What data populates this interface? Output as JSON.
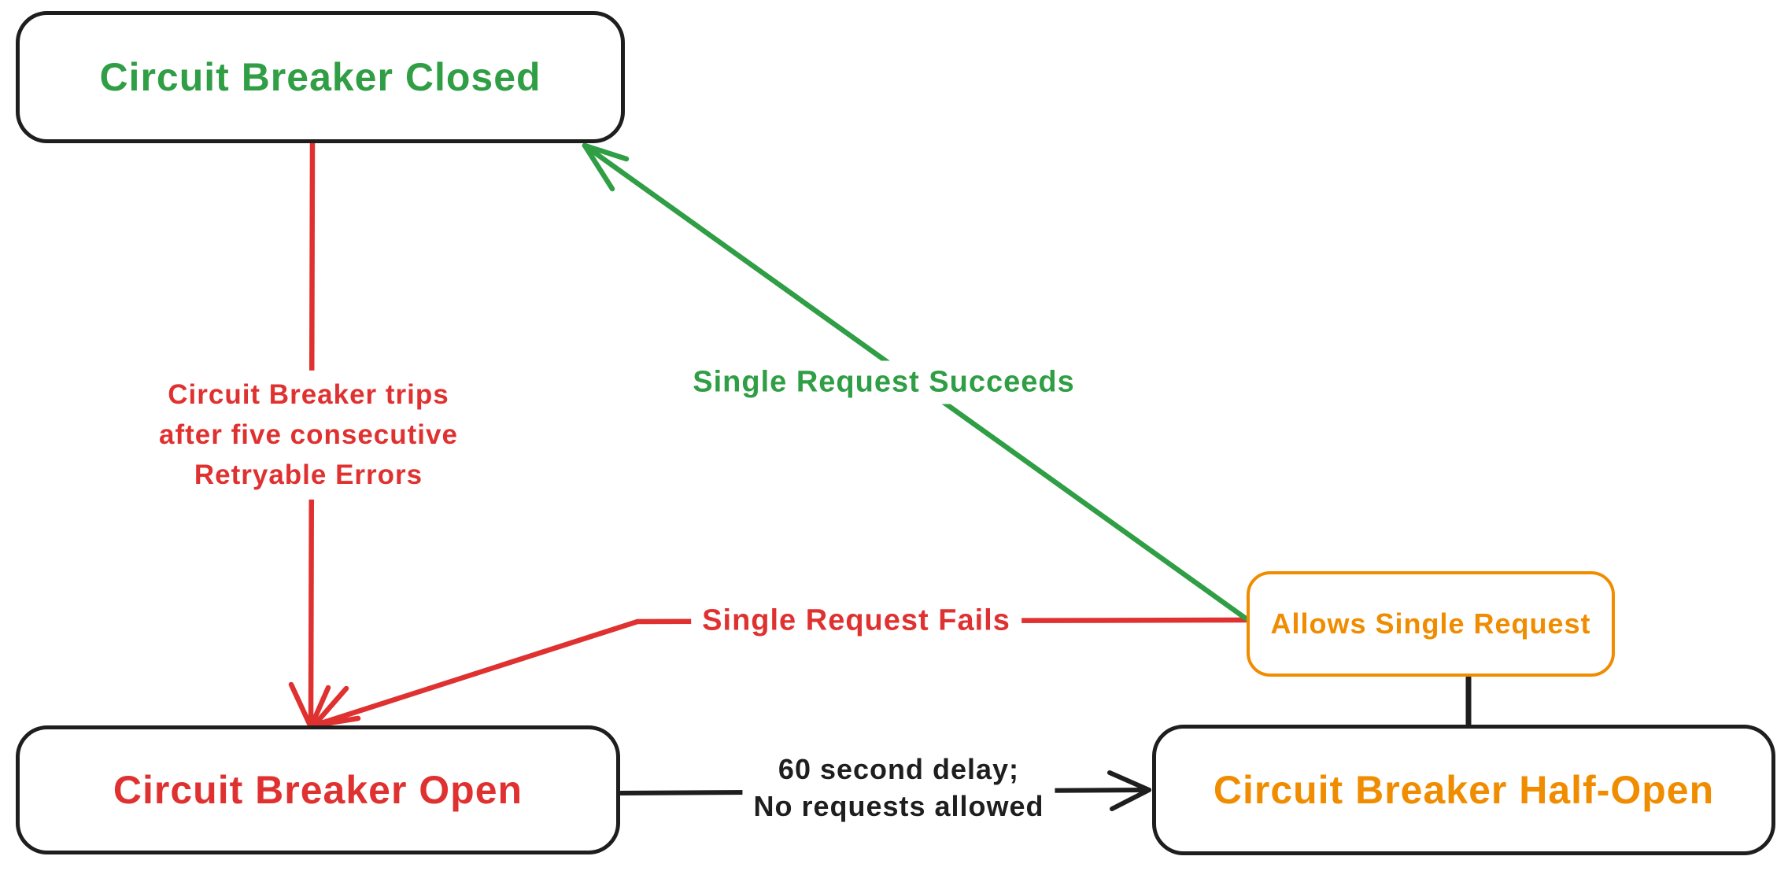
{
  "colors": {
    "green": "#2f9e44",
    "red": "#e03131",
    "orange": "#f08c00",
    "black": "#1e1e1e",
    "background": "#ffffff"
  },
  "nodes": {
    "closed": {
      "label": "Circuit Breaker Closed",
      "text_color": "#2f9e44",
      "border_color": "#1e1e1e"
    },
    "open": {
      "label": "Circuit Breaker Open",
      "text_color": "#e03131",
      "border_color": "#1e1e1e"
    },
    "half_open": {
      "label": "Circuit Breaker Half-Open",
      "text_color": "#f08c00",
      "border_color": "#1e1e1e"
    },
    "allows_single_request": {
      "label": "Allows Single Request",
      "text_color": "#f08c00",
      "border_color": "#f08c00"
    }
  },
  "edges": {
    "trips": {
      "from": "closed",
      "to": "open",
      "color": "#e03131",
      "lines": [
        "Circuit Breaker trips",
        "after five consecutive",
        "Retryable Errors"
      ]
    },
    "succeeds": {
      "from": "allows_single_request",
      "to": "closed",
      "color": "#2f9e44",
      "label": "Single Request Succeeds"
    },
    "fails": {
      "from": "allows_single_request",
      "to": "open",
      "color": "#e03131",
      "label": "Single Request Fails"
    },
    "delay": {
      "from": "open",
      "to": "half_open",
      "color": "#1e1e1e",
      "lines": [
        "60 second delay;",
        "No requests allowed"
      ]
    },
    "connector": {
      "from": "allows_single_request",
      "to": "half_open",
      "color": "#1e1e1e",
      "label": ""
    }
  }
}
